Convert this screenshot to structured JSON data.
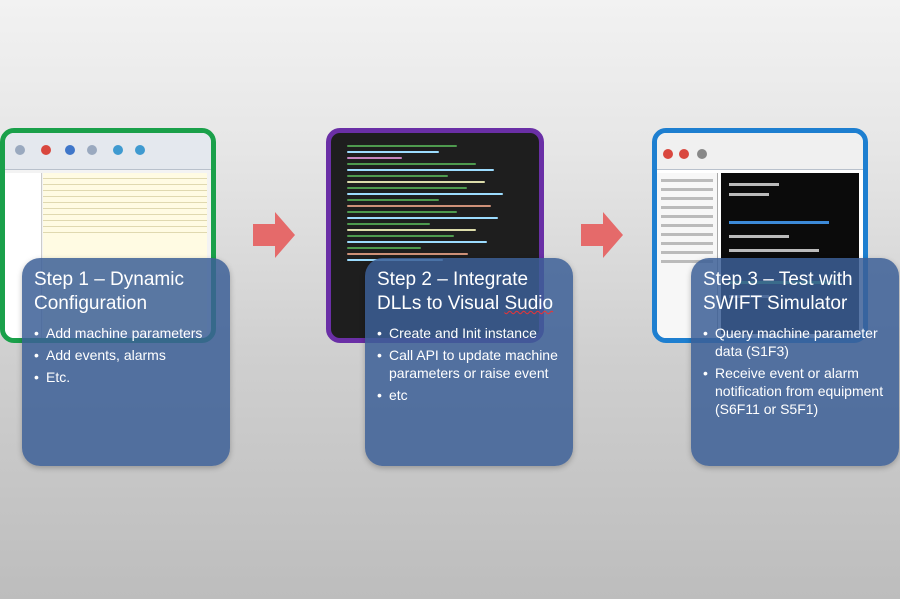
{
  "steps": [
    {
      "title_line1": "Step 1 – Dynamic",
      "title_line2": "Configuration",
      "bullets": [
        "Add machine parameters",
        "Add events, alarms",
        "Etc."
      ],
      "frame_color": "#1aa04a"
    },
    {
      "title_line1": "Step 2 – Integrate",
      "title_line2_a": "DLLs to Visual ",
      "title_line2_b": "Sudio",
      "bullets": [
        "Create and Init instance",
        "Call API to update machine parameters or raise event",
        "etc"
      ],
      "frame_color": "#6a2fa6"
    },
    {
      "title_line1": "Step 3 – Test with",
      "title_line2": "SWIFT Simulator",
      "bullets": [
        "Query machine parameter data (S1F3)",
        "Receive event or alarm notification from equipment (S6F11 or S5F1)"
      ],
      "frame_color": "#1e7fd0"
    }
  ],
  "arrow_color": "#e56a6a",
  "card_color": "#3c5f96"
}
